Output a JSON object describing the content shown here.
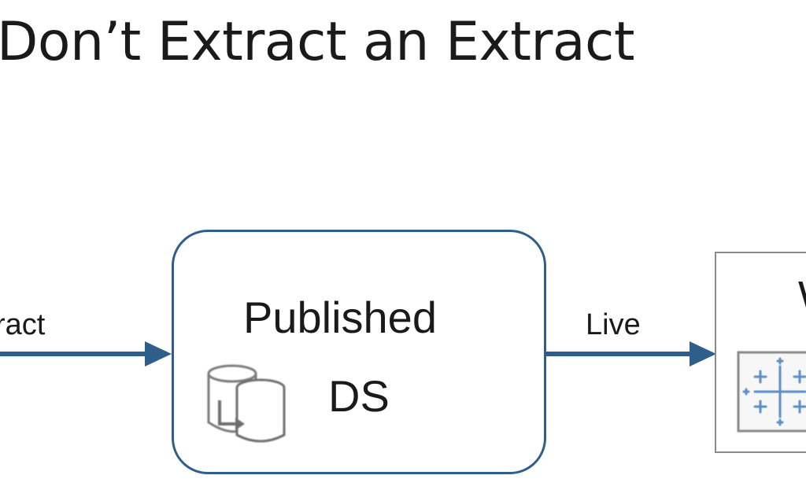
{
  "title": "Don’t Extract an Extract",
  "diagram": {
    "left_edge_label": "ract",
    "right_edge_label": "Live",
    "datasource_box": {
      "line1": "Published",
      "line2": "DS",
      "icon": "published-datasource-icon"
    },
    "workbook_box": {
      "partial_label": "W",
      "icon": "tableau-workbook-icon"
    },
    "colors": {
      "arrow": "#2e5e8a",
      "box_border": "#2e5e8a",
      "workbook_border": "#8a8a8a",
      "icon_blue": "#5b8fc7"
    }
  }
}
